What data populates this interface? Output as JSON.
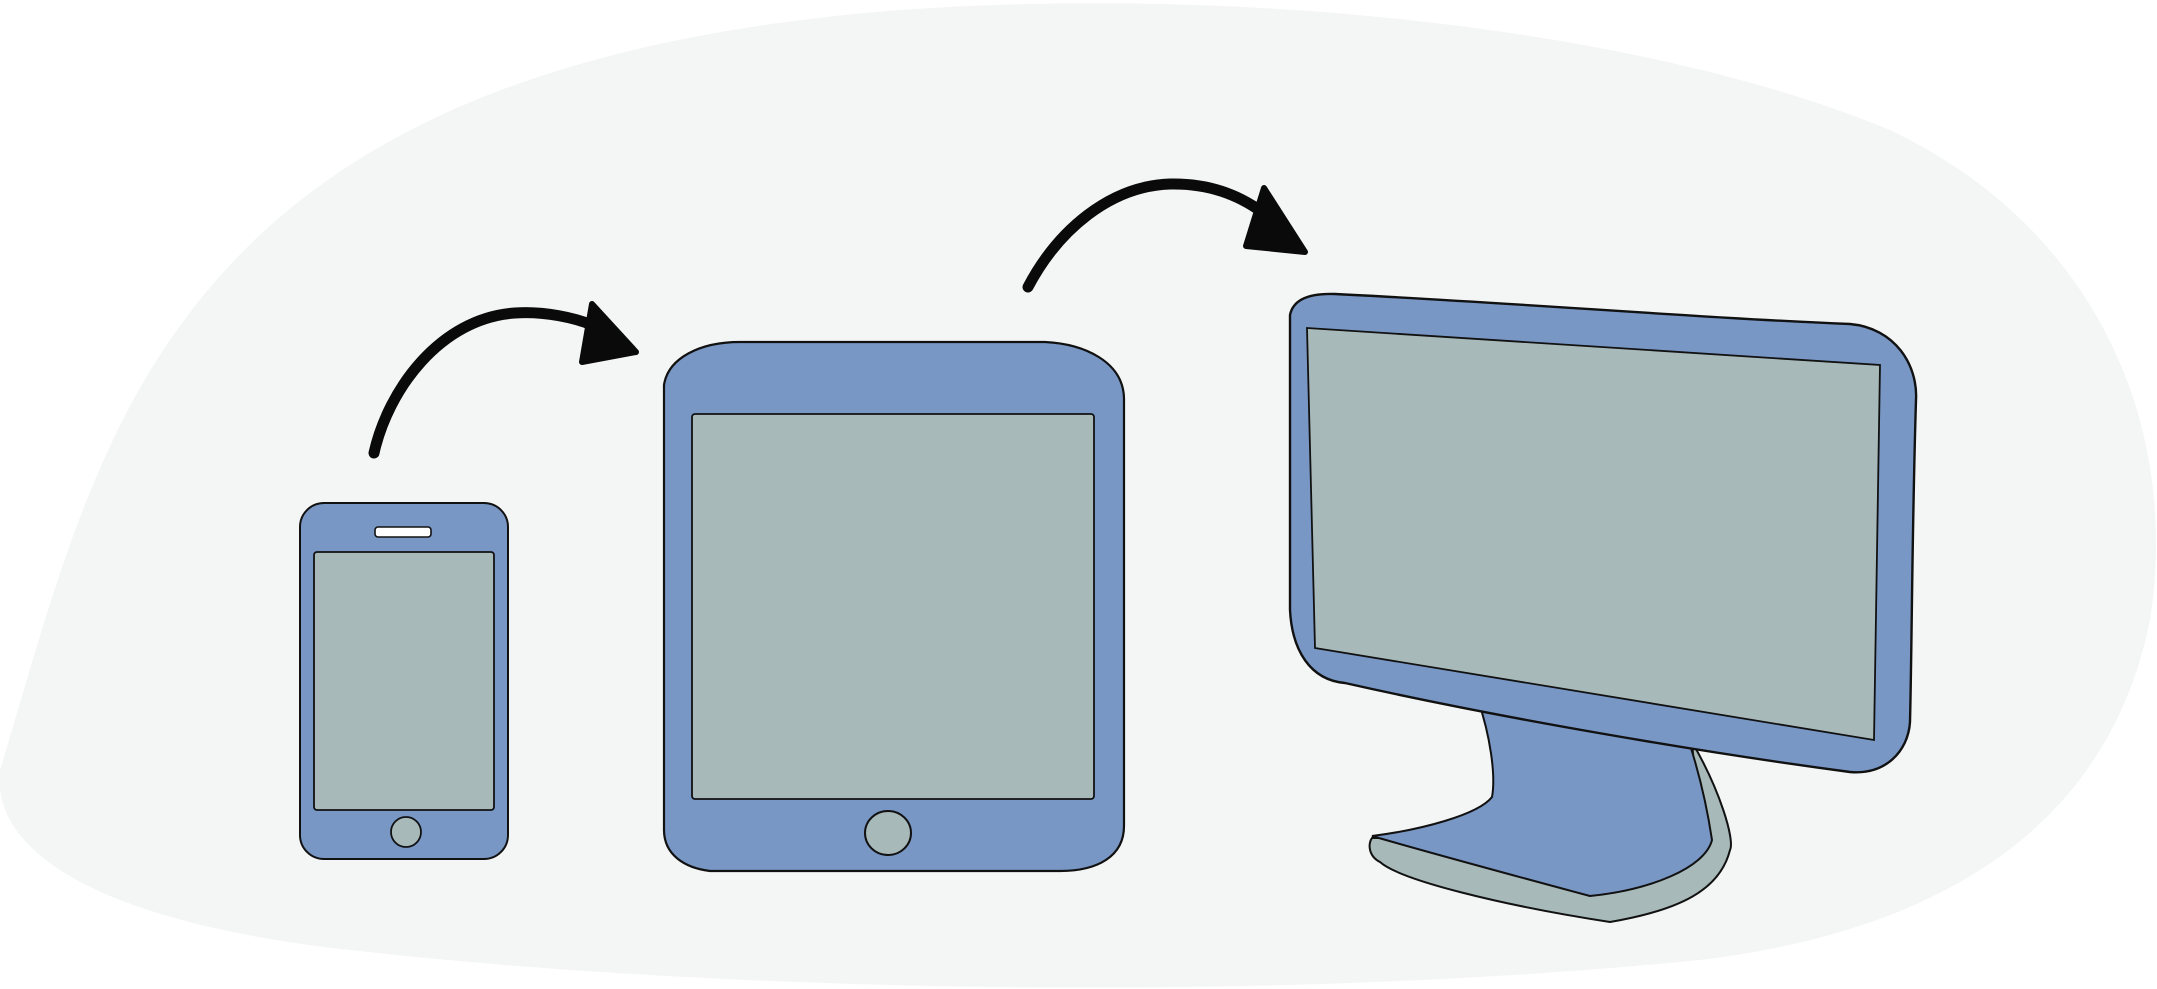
{
  "illustration": {
    "devices": [
      {
        "kind": "smartphone",
        "icon": "smartphone-icon"
      },
      {
        "kind": "tablet",
        "icon": "tablet-icon"
      },
      {
        "kind": "desktop-monitor",
        "icon": "monitor-icon"
      }
    ],
    "arrows": [
      {
        "from": "smartphone",
        "to": "tablet",
        "icon": "curved-arrow-icon"
      },
      {
        "from": "tablet",
        "to": "desktop-monitor",
        "icon": "curved-arrow-icon"
      }
    ]
  },
  "colors": {
    "background_blob": "#f4f6f5",
    "device_body": "#7897c5",
    "screen": "#a8b9ba",
    "outline": "#111111",
    "arrow": "#0a0a0a",
    "earpiece": "#ffffff"
  }
}
